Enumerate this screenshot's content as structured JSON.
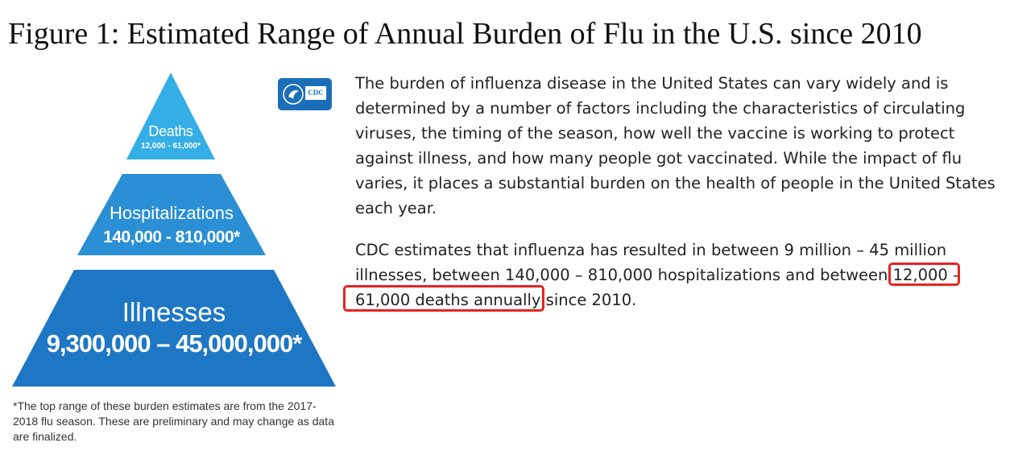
{
  "figure": {
    "title": "Figure 1: Estimated Range of Annual Burden of Flu in the U.S. since 2010"
  },
  "pyramid": {
    "tiers": [
      {
        "label": "Deaths",
        "value": "12,000 - 61,000*",
        "color": "#35aee5"
      },
      {
        "label": "Hospitalizations",
        "value": "140,000 - 810,000*",
        "color": "#2a8fd4"
      },
      {
        "label": "Illnesses",
        "value": "9,300,000 – 45,000,000*",
        "color": "#1e77c4"
      }
    ],
    "footnote": "*The top range of these burden estimates are from the 2017-2018 flu season. These are preliminary and may change as data are finalized."
  },
  "logo": {
    "text": "CDC",
    "color": "#1b6fb8"
  },
  "body": {
    "paragraph1_lines": [
      "The burden of influenza disease in the United States can vary widely and is",
      "determined by a number of factors including the characteristics of circulating",
      "viruses, the timing of the season, how well the vaccine is working to protect",
      "against illness, and how many people got vaccinated. While the impact of flu",
      "varies, it places a substantial burden on the health of people in the United States",
      "each year."
    ],
    "paragraph2_lines": [
      "CDC estimates that influenza has resulted in between 9 million – 45 million",
      "illnesses, between 140,000 – 810,000 hospitalizations and between 12,000 –",
      "61,000 deaths annually since 2010."
    ],
    "highlight_color": "#e52421"
  }
}
